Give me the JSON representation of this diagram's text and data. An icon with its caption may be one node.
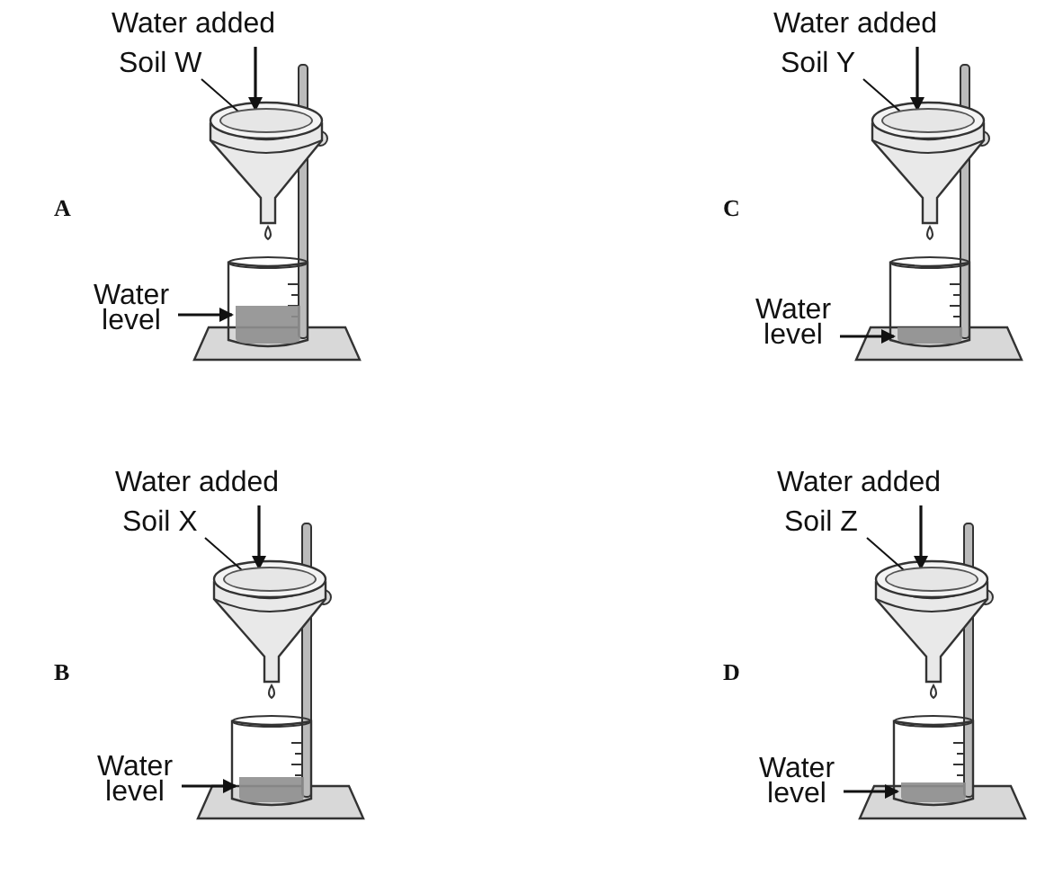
{
  "diagram": {
    "nodes": [
      {
        "text": [
          "Water added"
        ]
      },
      {
        "text": [
          "Soil W"
        ]
      },
      {
        "text": [],
        "shape": "circle"
      },
      {
        "text": [
          "Water level"
        ]
      },
      {
        "text": [],
        "shape": "box"
      },
      {
        "text": [
          "Water added"
        ]
      },
      {
        "text": [
          "Soil Y"
        ]
      },
      {
        "text": [],
        "shape": "circle"
      },
      {
        "text": [
          "Water level"
        ]
      },
      {
        "text": [],
        "shape": "box"
      },
      {
        "text": [
          "Water added"
        ]
      },
      {
        "text": [
          "Soil X"
        ]
      },
      {
        "text": [],
        "shape": "circle"
      },
      {
        "text": [
          "Water level"
        ]
      },
      {
        "text": [],
        "shape": "box"
      },
      {
        "text": [
          "Water added"
        ]
      },
      {
        "text": [
          "Soil Z"
        ]
      },
      {
        "text": [],
        "shape": "circle"
      },
      {
        "text": [
          "Water level"
        ]
      },
      {
        "text": [],
        "shape": "box"
      }
    ],
    "edges": [
      {
        "from": 0,
        "to": 2,
        "arrow": "to"
      },
      {
        "from": 1,
        "to": 2,
        "arrow": "none"
      },
      {
        "from": 3,
        "to": 4,
        "arrow": "to"
      },
      {
        "from": 5,
        "to": 7,
        "arrow": "to"
      },
      {
        "from": 6,
        "to": 7,
        "arrow": "none"
      },
      {
        "from": 8,
        "to": 9,
        "arrow": "to"
      },
      {
        "from": 10,
        "to": 12,
        "arrow": "to"
      },
      {
        "from": 11,
        "to": 12,
        "arrow": "none"
      },
      {
        "from": 13,
        "to": 14,
        "arrow": "to"
      },
      {
        "from": 15,
        "to": 17,
        "arrow": "to"
      },
      {
        "from": 16,
        "to": 17,
        "arrow": "none"
      },
      {
        "from": 18,
        "to": 19,
        "arrow": "to"
      }
    ],
    "labels": [
      "A",
      "C",
      "B",
      "D"
    ]
  }
}
